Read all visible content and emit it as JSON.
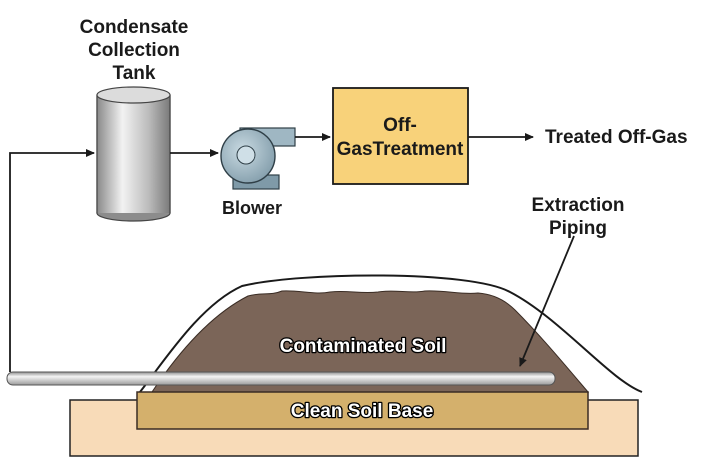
{
  "labels": {
    "tank_line1": "Condensate",
    "tank_line2": "Collection",
    "tank_line3": "Tank",
    "blower": "Blower",
    "treatment_line1": "Off-",
    "treatment_line2": "Gas",
    "treatment_line3": "Treatment",
    "output": "Treated Off-Gas",
    "piping_line1": "Extraction",
    "piping_line2": "Piping",
    "contaminated_soil": "Contaminated Soil",
    "clean_soil_base": "Clean Soil Base"
  },
  "colors": {
    "treatment_fill": "#f8d27a",
    "contaminated_soil": "#7b6558",
    "clean_soil_base": "#d4b06c",
    "ground": "#f8dbb8",
    "blower": "#9fb7c3",
    "tank": "#bdbdbd",
    "pipe": "#c8c8c8"
  },
  "icons": [
    "tank-icon",
    "blower-icon",
    "arrow-icon"
  ]
}
